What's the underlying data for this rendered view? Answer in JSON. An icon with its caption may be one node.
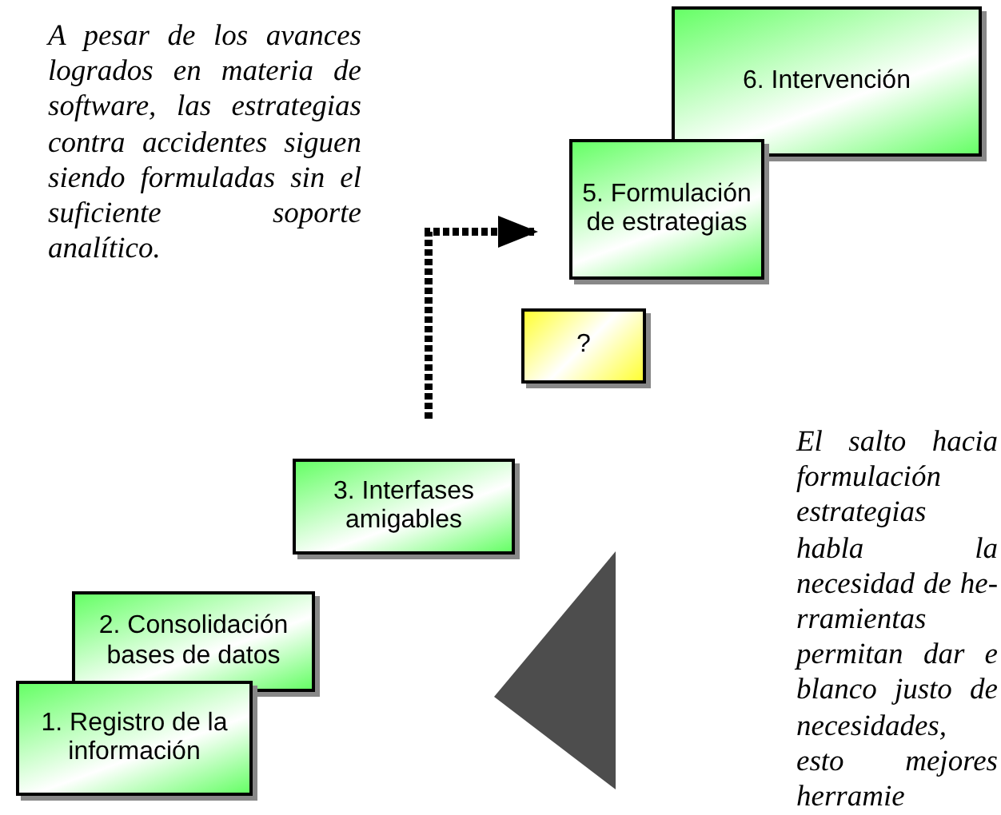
{
  "diagram": {
    "nodes": [
      {
        "text": [
          "6. Intervención"
        ]
      },
      {
        "text": [
          "5. Formulación de estrategias"
        ]
      },
      {
        "text": [
          "?"
        ]
      },
      {
        "text": [
          "3. Interfases amigables"
        ]
      },
      {
        "text": [
          "2. Consolidación bases de datos"
        ]
      },
      {
        "text": [
          "1. Registro de la información"
        ]
      },
      {
        "text": [],
        "shape": "triangle"
      }
    ],
    "edges": [
      {
        "from": null,
        "to": 1,
        "arrow": "to",
        "style": "dashed"
      }
    ],
    "labels": [
      "A pesar de los avances logrados en materia de software, las estrategias contra accidentes siguen siendo formuladas sin el suficiente soporte analítico.",
      "El salto hacia formulación estrategias habla la necesidad de he-rramientas permitan dar e blanco justo de necesidades, esto mejores herramie"
    ]
  }
}
